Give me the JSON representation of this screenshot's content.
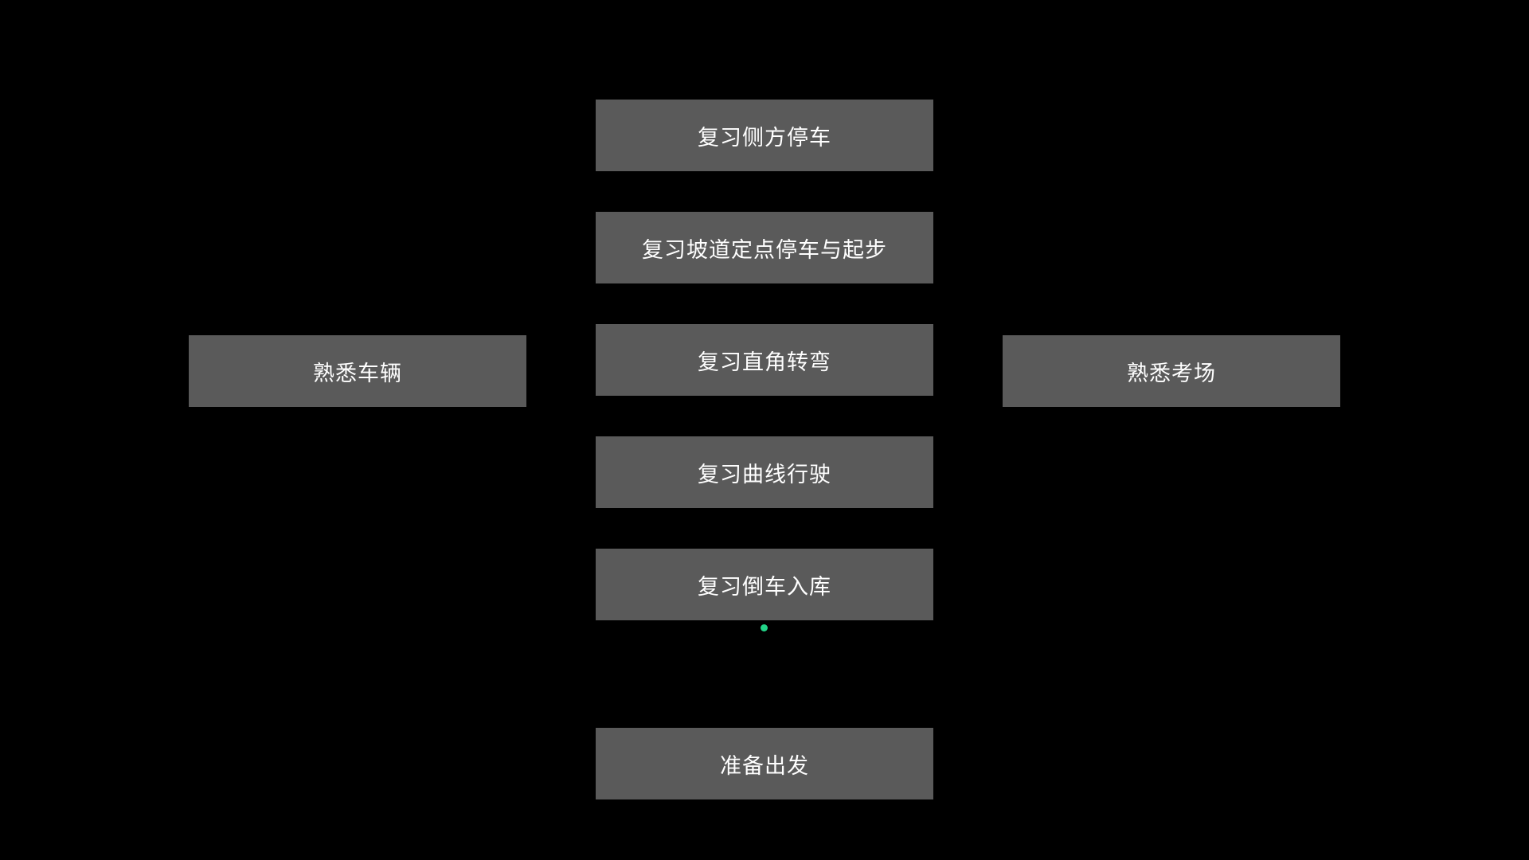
{
  "menu": {
    "center": [
      {
        "id": "btn-side-parking",
        "label": "复习侧方停车"
      },
      {
        "id": "btn-hill-start",
        "label": "复习坡道定点停车与起步"
      },
      {
        "id": "btn-right-angle",
        "label": "复习直角转弯"
      },
      {
        "id": "btn-curve",
        "label": "复习曲线行驶"
      },
      {
        "id": "btn-reverse",
        "label": "复习倒车入库"
      }
    ],
    "left_label": "熟悉车辆",
    "right_label": "熟悉考场",
    "start_label": "准备出发"
  },
  "colors": {
    "background": "#000000",
    "button": "#5a5a5a",
    "text": "#ffffff",
    "indicator": "#22d488"
  },
  "indicator": {
    "icon": "status-dot"
  }
}
